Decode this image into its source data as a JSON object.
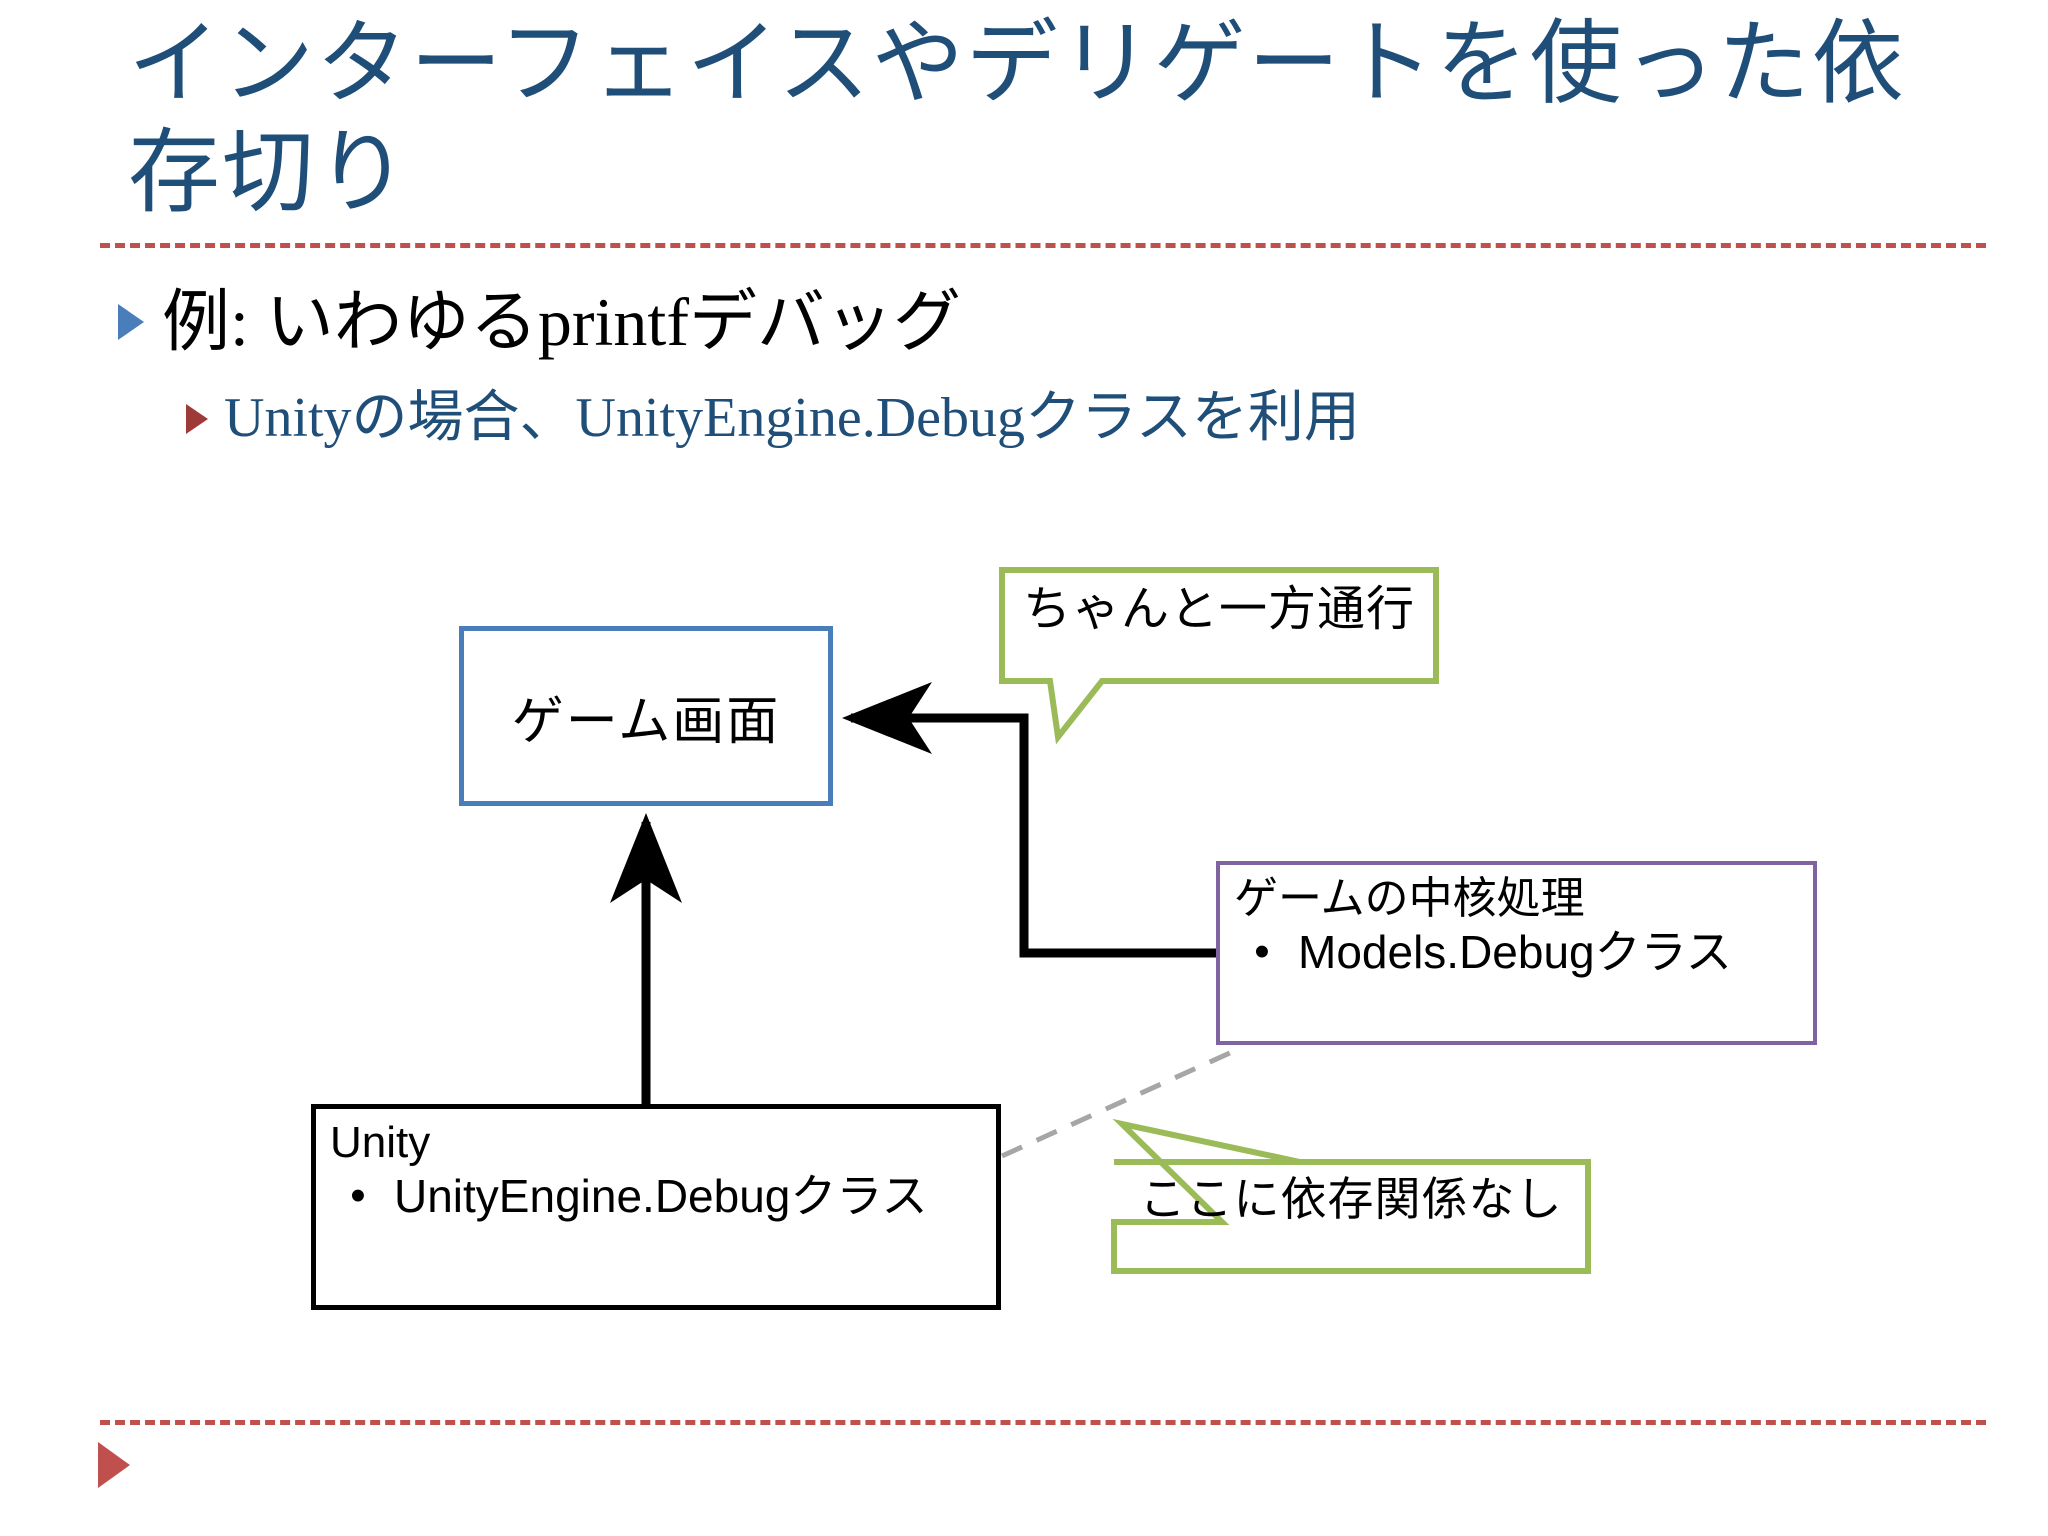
{
  "slide": {
    "title": {
      "line1": "インターフェイスやデリゲートを使った依",
      "line2": "存切り",
      "color": "#1F4E79"
    },
    "bullets": [
      {
        "marker": "triangle-blue",
        "text": "例: いわゆるprintfデバッグ",
        "color": "#000000"
      },
      {
        "marker": "triangle-red",
        "text": "Unityの場合、UnityEngine.Debugクラスを利用",
        "color": "#1F4E79"
      }
    ],
    "dividers": {
      "color": "#C0504D",
      "style": "dashed"
    },
    "bottom_marker": {
      "shape": "triangle-right",
      "color": "#C0504D"
    }
  },
  "diagram": {
    "type": "block-diagram",
    "nodes": {
      "game_screen": {
        "label": "ゲーム画面",
        "border_color": "#4A7EBB"
      },
      "core": {
        "title": "ゲームの中核処理",
        "bullet_dot": "•",
        "bullet_text": "Models.Debugクラス",
        "border_color": "#8064A2"
      },
      "unity": {
        "title": "Unity",
        "bullet_dot": "•",
        "bullet_text": "UnityEngine.Debugクラス",
        "border_color": "#000000"
      }
    },
    "callouts": {
      "one_way": {
        "text": "ちゃんと一方通行",
        "border_color": "#9BBB59"
      },
      "no_dependency": {
        "text": "ここに依存関係なし",
        "border_color": "#9BBB59"
      }
    },
    "connectors": {
      "core_to_game": {
        "style": "solid-elbow-arrow",
        "color": "#000000"
      },
      "unity_to_game": {
        "style": "solid-vertical-arrow",
        "color": "#000000"
      },
      "unity_to_core": {
        "style": "dashed-line",
        "color": "#A6A6A6"
      }
    }
  }
}
